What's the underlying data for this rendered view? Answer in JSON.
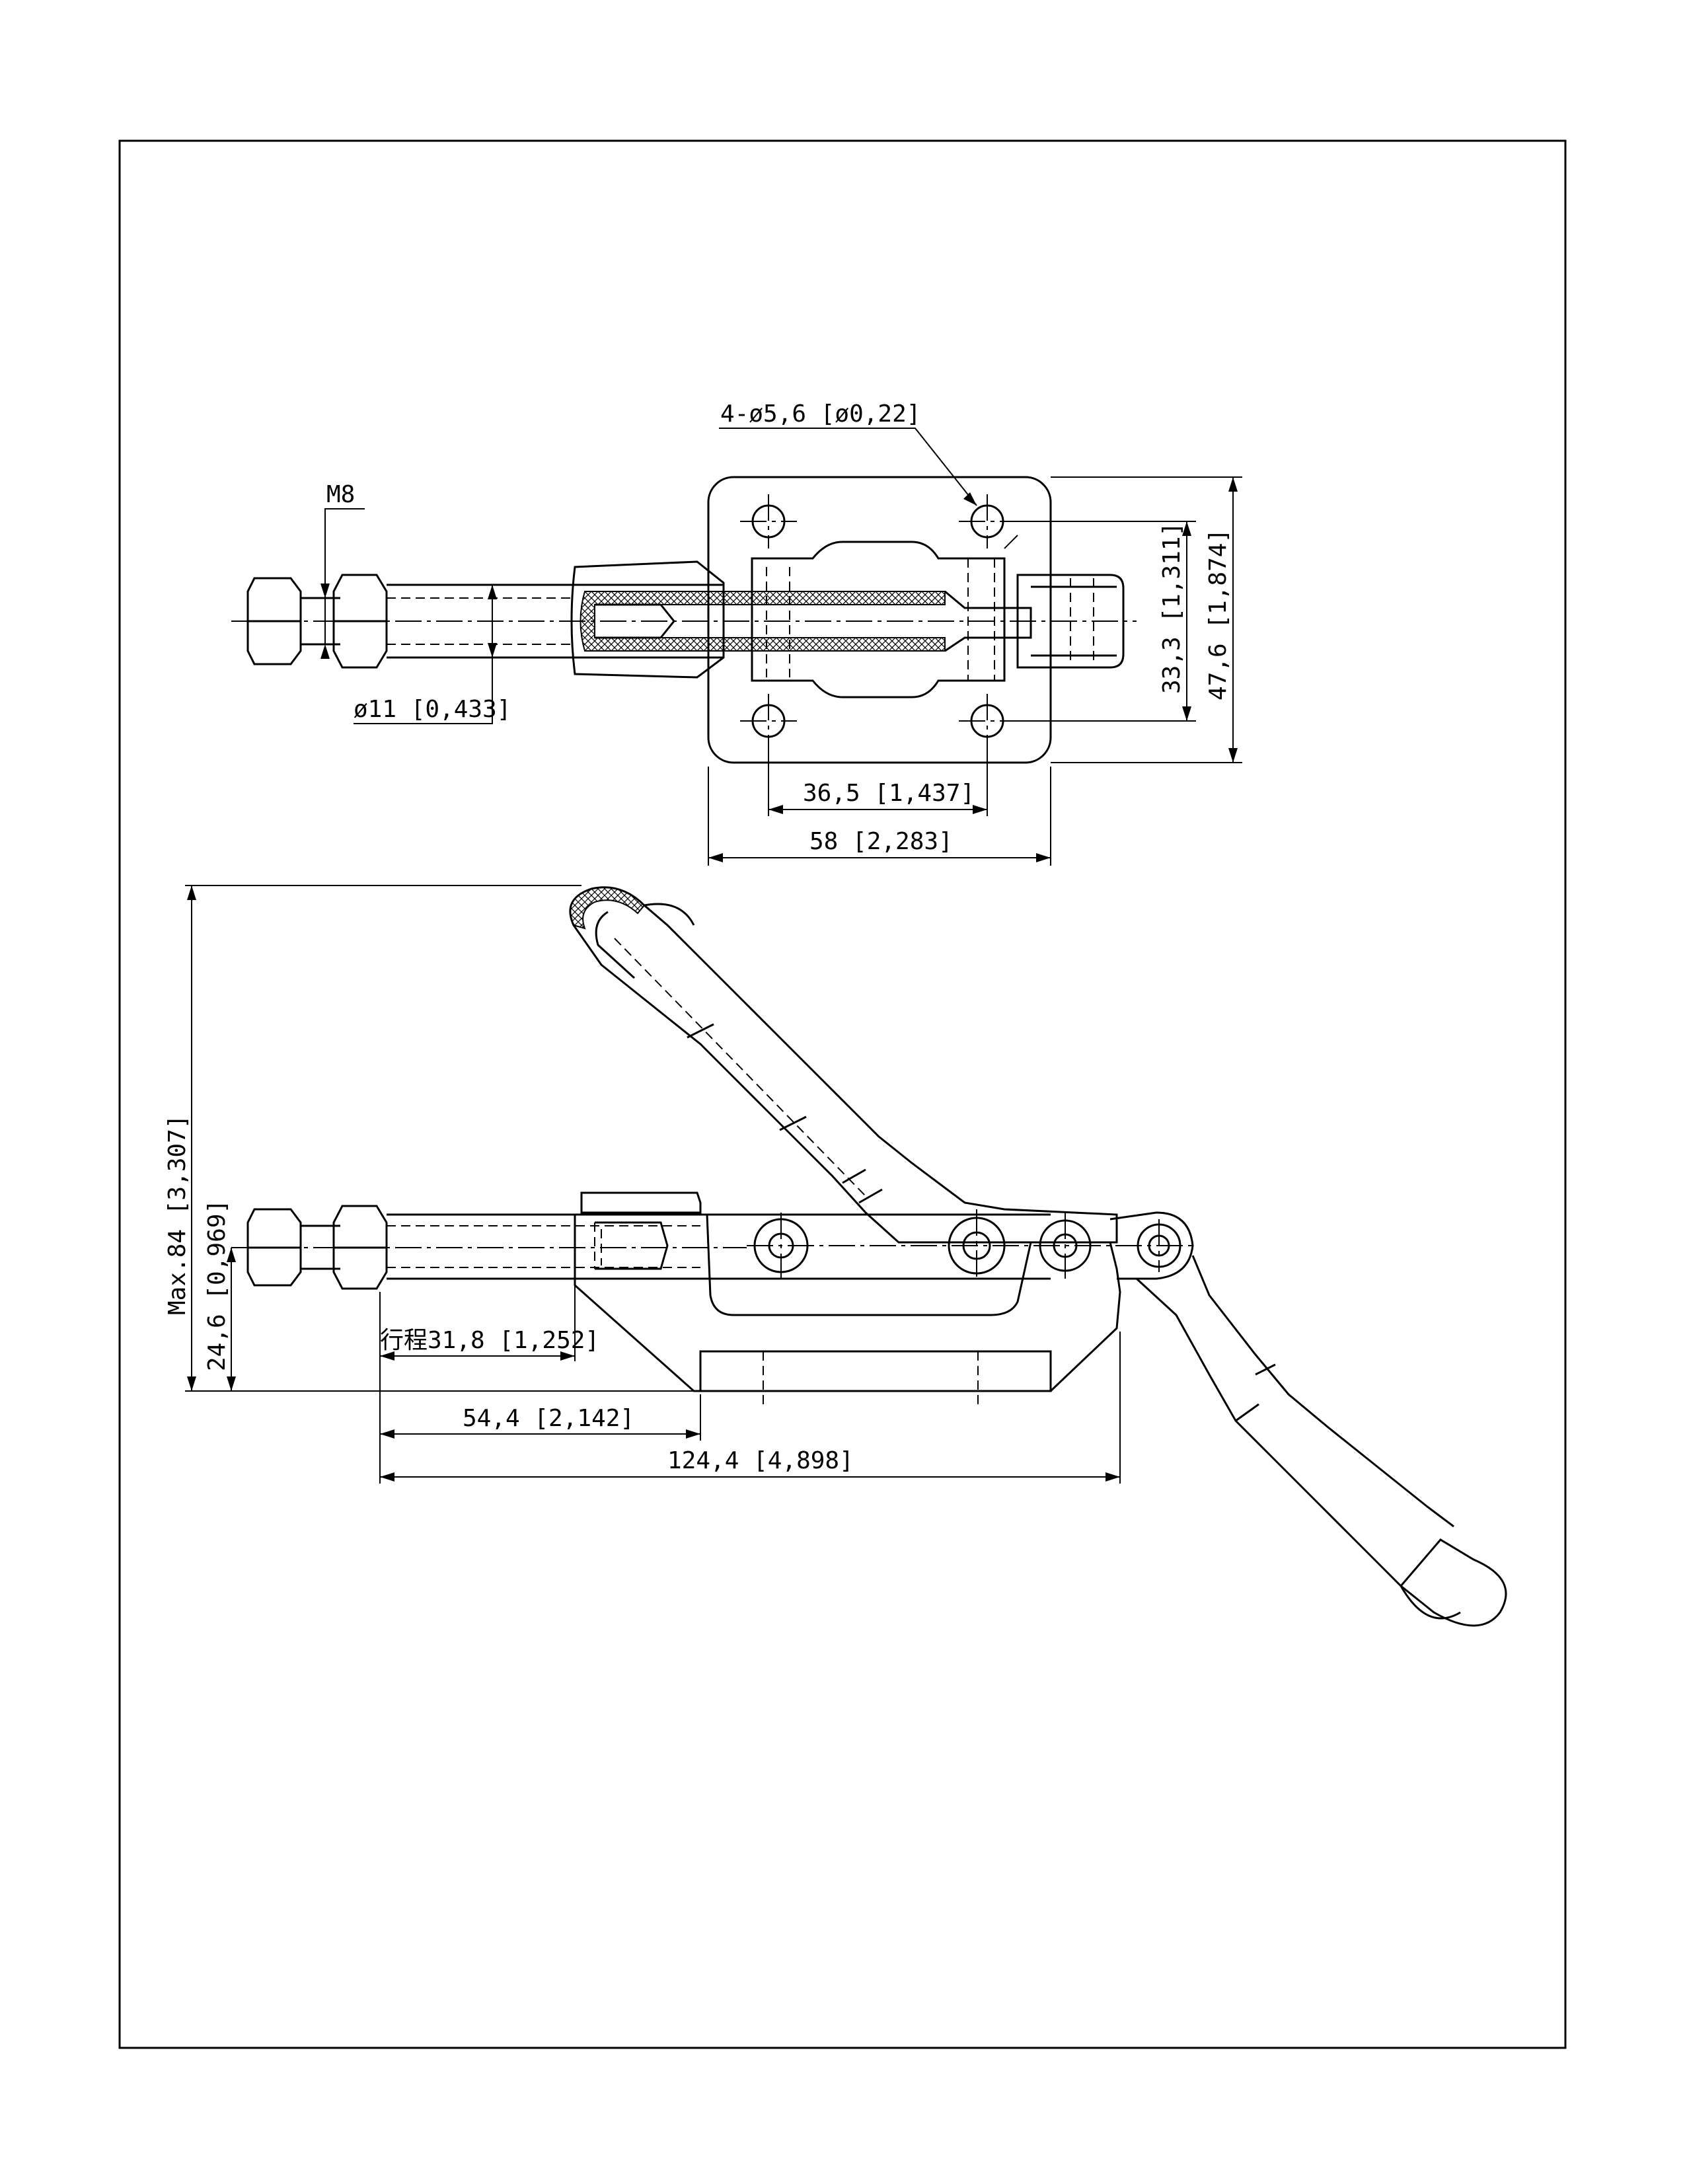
{
  "dimensions": {
    "holes": "4-ø5,6 [ø0,22]",
    "thread": "M8",
    "rod_dia": "ø11 [0,433]",
    "hole_spacing_h": "36,5 [1,437]",
    "base_width": "58 [2,283]",
    "hole_spacing_v": "33,3 [1,311]",
    "base_height": "47,6 [1,874]",
    "max_height": "Max.84 [3,307]",
    "rod_height": "24,6 [0,969]",
    "stroke": "行程31,8 [1,252]",
    "base_offset": "54,4 [2,142]",
    "overall_length": "124,4 [4,898]"
  }
}
